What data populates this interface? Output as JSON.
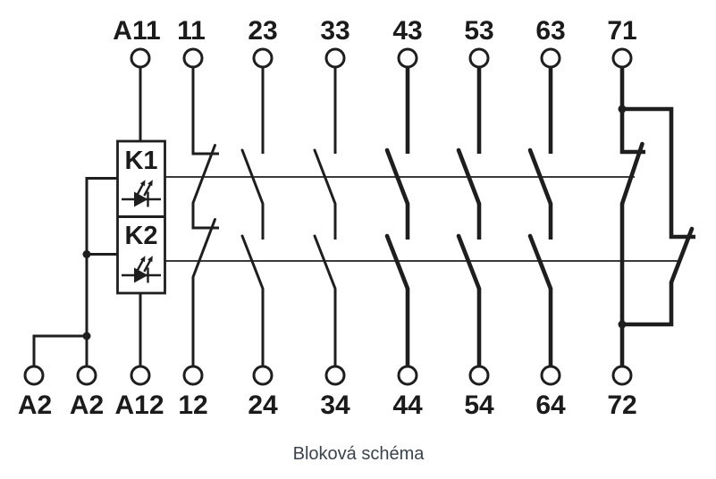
{
  "diagram": {
    "caption": "Bloková schéma",
    "top_terminals": [
      "A11",
      "11",
      "23",
      "33",
      "43",
      "53",
      "63",
      "71"
    ],
    "bottom_terminals": [
      "A2",
      "A2",
      "A12",
      "12",
      "24",
      "34",
      "44",
      "54",
      "64",
      "72"
    ],
    "relays": [
      {
        "label": "K1"
      },
      {
        "label": "K2"
      }
    ],
    "icons": {
      "led": "led-indicator-icon"
    },
    "colors": {
      "line": "#1e1e1e",
      "caption": "#39434d",
      "background": "#ffffff"
    }
  }
}
